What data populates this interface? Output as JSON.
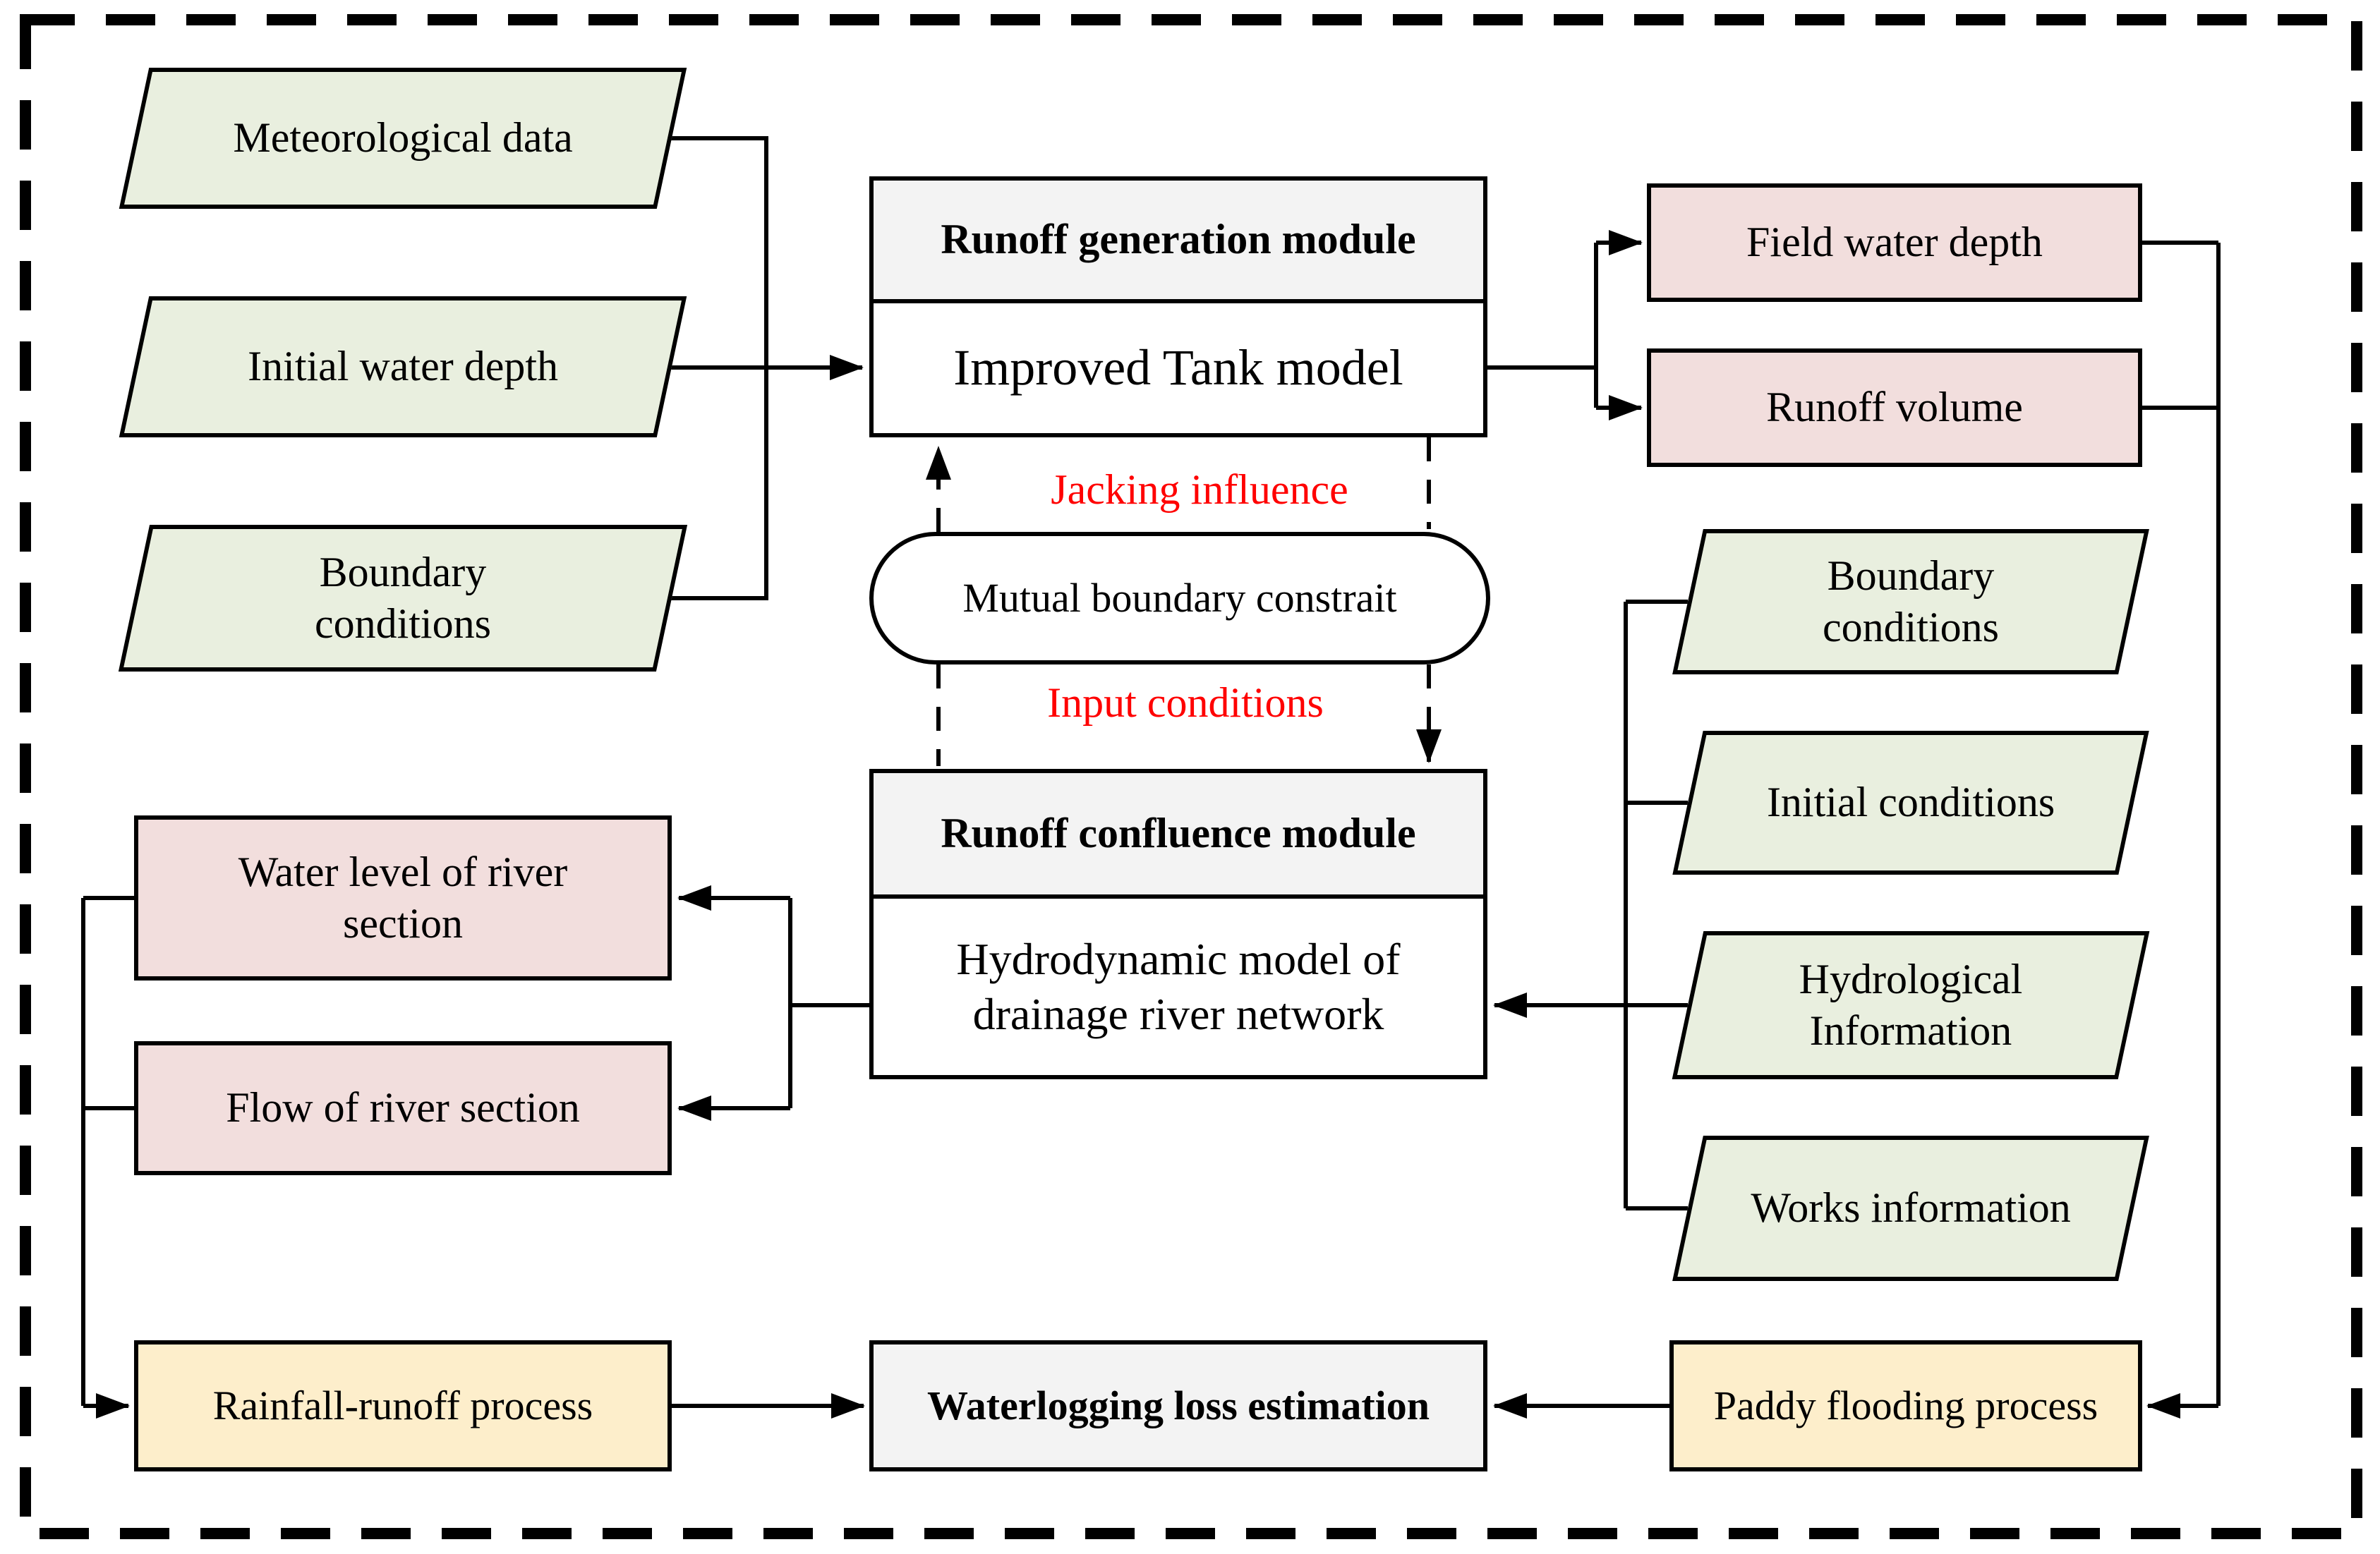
{
  "diagram": {
    "left_inputs": [
      {
        "label": "Meteorological data"
      },
      {
        "label": "Initial water depth"
      },
      {
        "label": "Boundary\nconditions"
      }
    ],
    "runoff_generation": {
      "header": "Runoff generation module",
      "body": "Improved Tank model"
    },
    "field_outputs": [
      {
        "label": "Field water depth"
      },
      {
        "label": "Runoff volume"
      }
    ],
    "coupling": {
      "label": "Mutual boundary constrait",
      "upward_label": "Jacking influence",
      "downward_label": "Input conditions"
    },
    "runoff_confluence": {
      "header": "Runoff confluence module",
      "body": "Hydrodynamic model of\ndrainage river network"
    },
    "river_outputs": [
      {
        "label": "Water level of river\nsection"
      },
      {
        "label": "Flow of river section"
      }
    ],
    "right_inputs": [
      {
        "label": "Boundary\nconditions"
      },
      {
        "label": "Initial conditions"
      },
      {
        "label": "Hydrological\nInformation"
      },
      {
        "label": "Works information"
      }
    ],
    "bottom_processes": [
      {
        "label": "Rainfall-runoff process"
      },
      {
        "label": "Waterlogging loss estimation"
      },
      {
        "label": "Paddy flooding process"
      }
    ],
    "colors": {
      "input_green": "#e9efdf",
      "output_pink": "#f2dedd",
      "process_yellow": "#fdeecb",
      "module_gray": "#f3f3f3",
      "annotation_red": "#ff0000",
      "line_black": "#000000"
    }
  }
}
